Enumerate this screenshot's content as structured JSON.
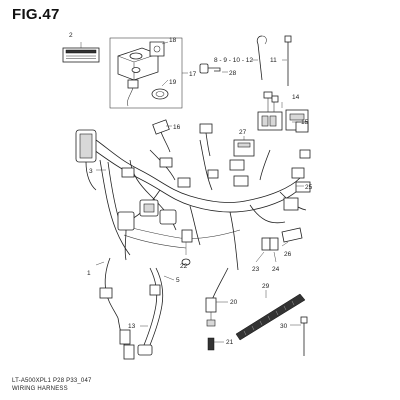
{
  "figure": {
    "title": "FIG.47",
    "model_code": "LT-A500XPL1 P28 P33_047",
    "name": "WIRING HARNESS"
  },
  "callouts": [
    {
      "id": "c1",
      "text": "1"
    },
    {
      "id": "c2",
      "text": "2"
    },
    {
      "id": "c3",
      "text": "3"
    },
    {
      "id": "c5",
      "text": "5"
    },
    {
      "id": "c8",
      "text": "8 - 9 - 10 - 12"
    },
    {
      "id": "c11",
      "text": "11"
    },
    {
      "id": "c13",
      "text": "13"
    },
    {
      "id": "c14",
      "text": "14"
    },
    {
      "id": "c15",
      "text": "15"
    },
    {
      "id": "c16",
      "text": "16"
    },
    {
      "id": "c17",
      "text": "17"
    },
    {
      "id": "c18",
      "text": "18"
    },
    {
      "id": "c19",
      "text": "19"
    },
    {
      "id": "c20",
      "text": "20"
    },
    {
      "id": "c21",
      "text": "21"
    },
    {
      "id": "c22",
      "text": "22"
    },
    {
      "id": "c23",
      "text": "23"
    },
    {
      "id": "c24",
      "text": "24"
    },
    {
      "id": "c25",
      "text": "25"
    },
    {
      "id": "c26",
      "text": "26"
    },
    {
      "id": "c27",
      "text": "27"
    },
    {
      "id": "c28",
      "text": "28"
    },
    {
      "id": "c29",
      "text": "29"
    },
    {
      "id": "c30",
      "text": "30"
    }
  ]
}
